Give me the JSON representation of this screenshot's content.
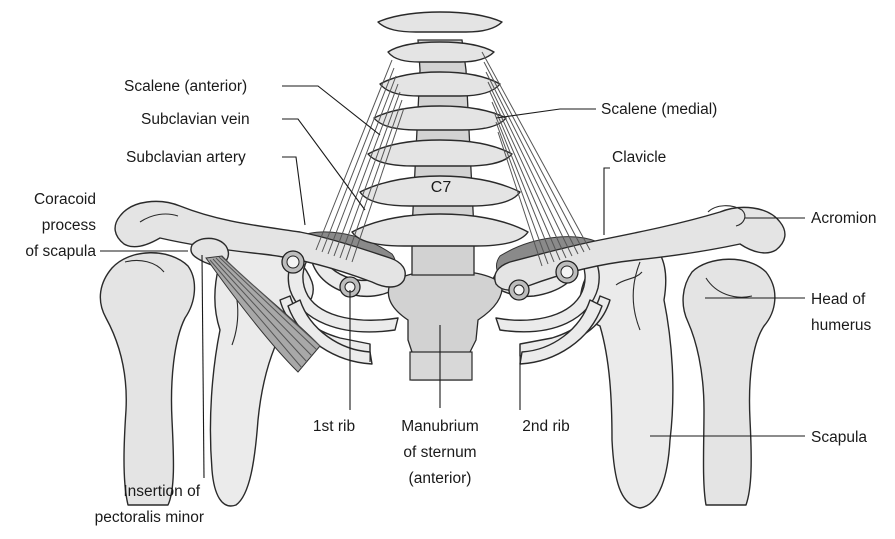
{
  "labels": {
    "scalene_anterior": "Scalene (anterior)",
    "subclavian_vein": "Subclavian vein",
    "subclavian_artery": "Subclavian artery",
    "coracoid_1": "Coracoid",
    "coracoid_2": "process",
    "coracoid_3": "of scapula",
    "insertion_1": "Insertion of",
    "insertion_2": "pectoralis minor",
    "first_rib": "1st rib",
    "manubrium_1": "Manubrium",
    "manubrium_2": "of sternum",
    "manubrium_3": "(anterior)",
    "second_rib": "2nd rib",
    "scalene_medial": "Scalene (medial)",
    "clavicle": "Clavicle",
    "acromion": "Acromion",
    "humerus_1": "Head of",
    "humerus_2": "humerus",
    "scapula": "Scapula",
    "vertebra": "C7"
  }
}
